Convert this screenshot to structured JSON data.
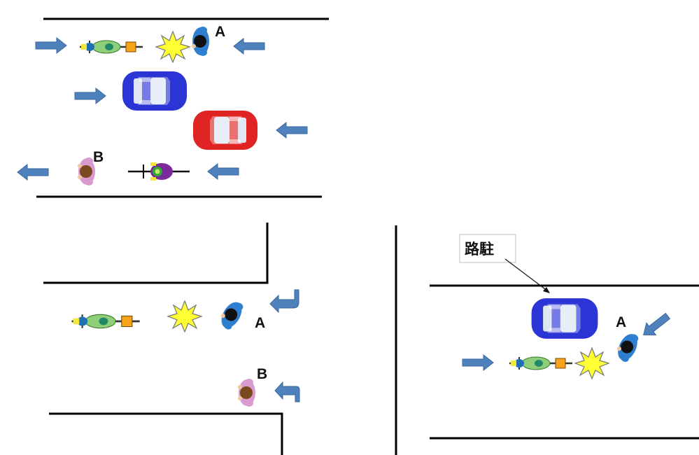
{
  "scene1": {
    "person_a_label": "A",
    "person_b_label": "B"
  },
  "scene2": {
    "person_a_label": "A",
    "person_b_label": "B"
  },
  "scene3": {
    "person_a_label": "A",
    "callout_label": "路駐"
  },
  "colors": {
    "arrow": "#4f81bd",
    "car_blue": "#2b35d6",
    "car_red": "#e02424",
    "burst": "#ffff33",
    "road_line": "#000000"
  }
}
